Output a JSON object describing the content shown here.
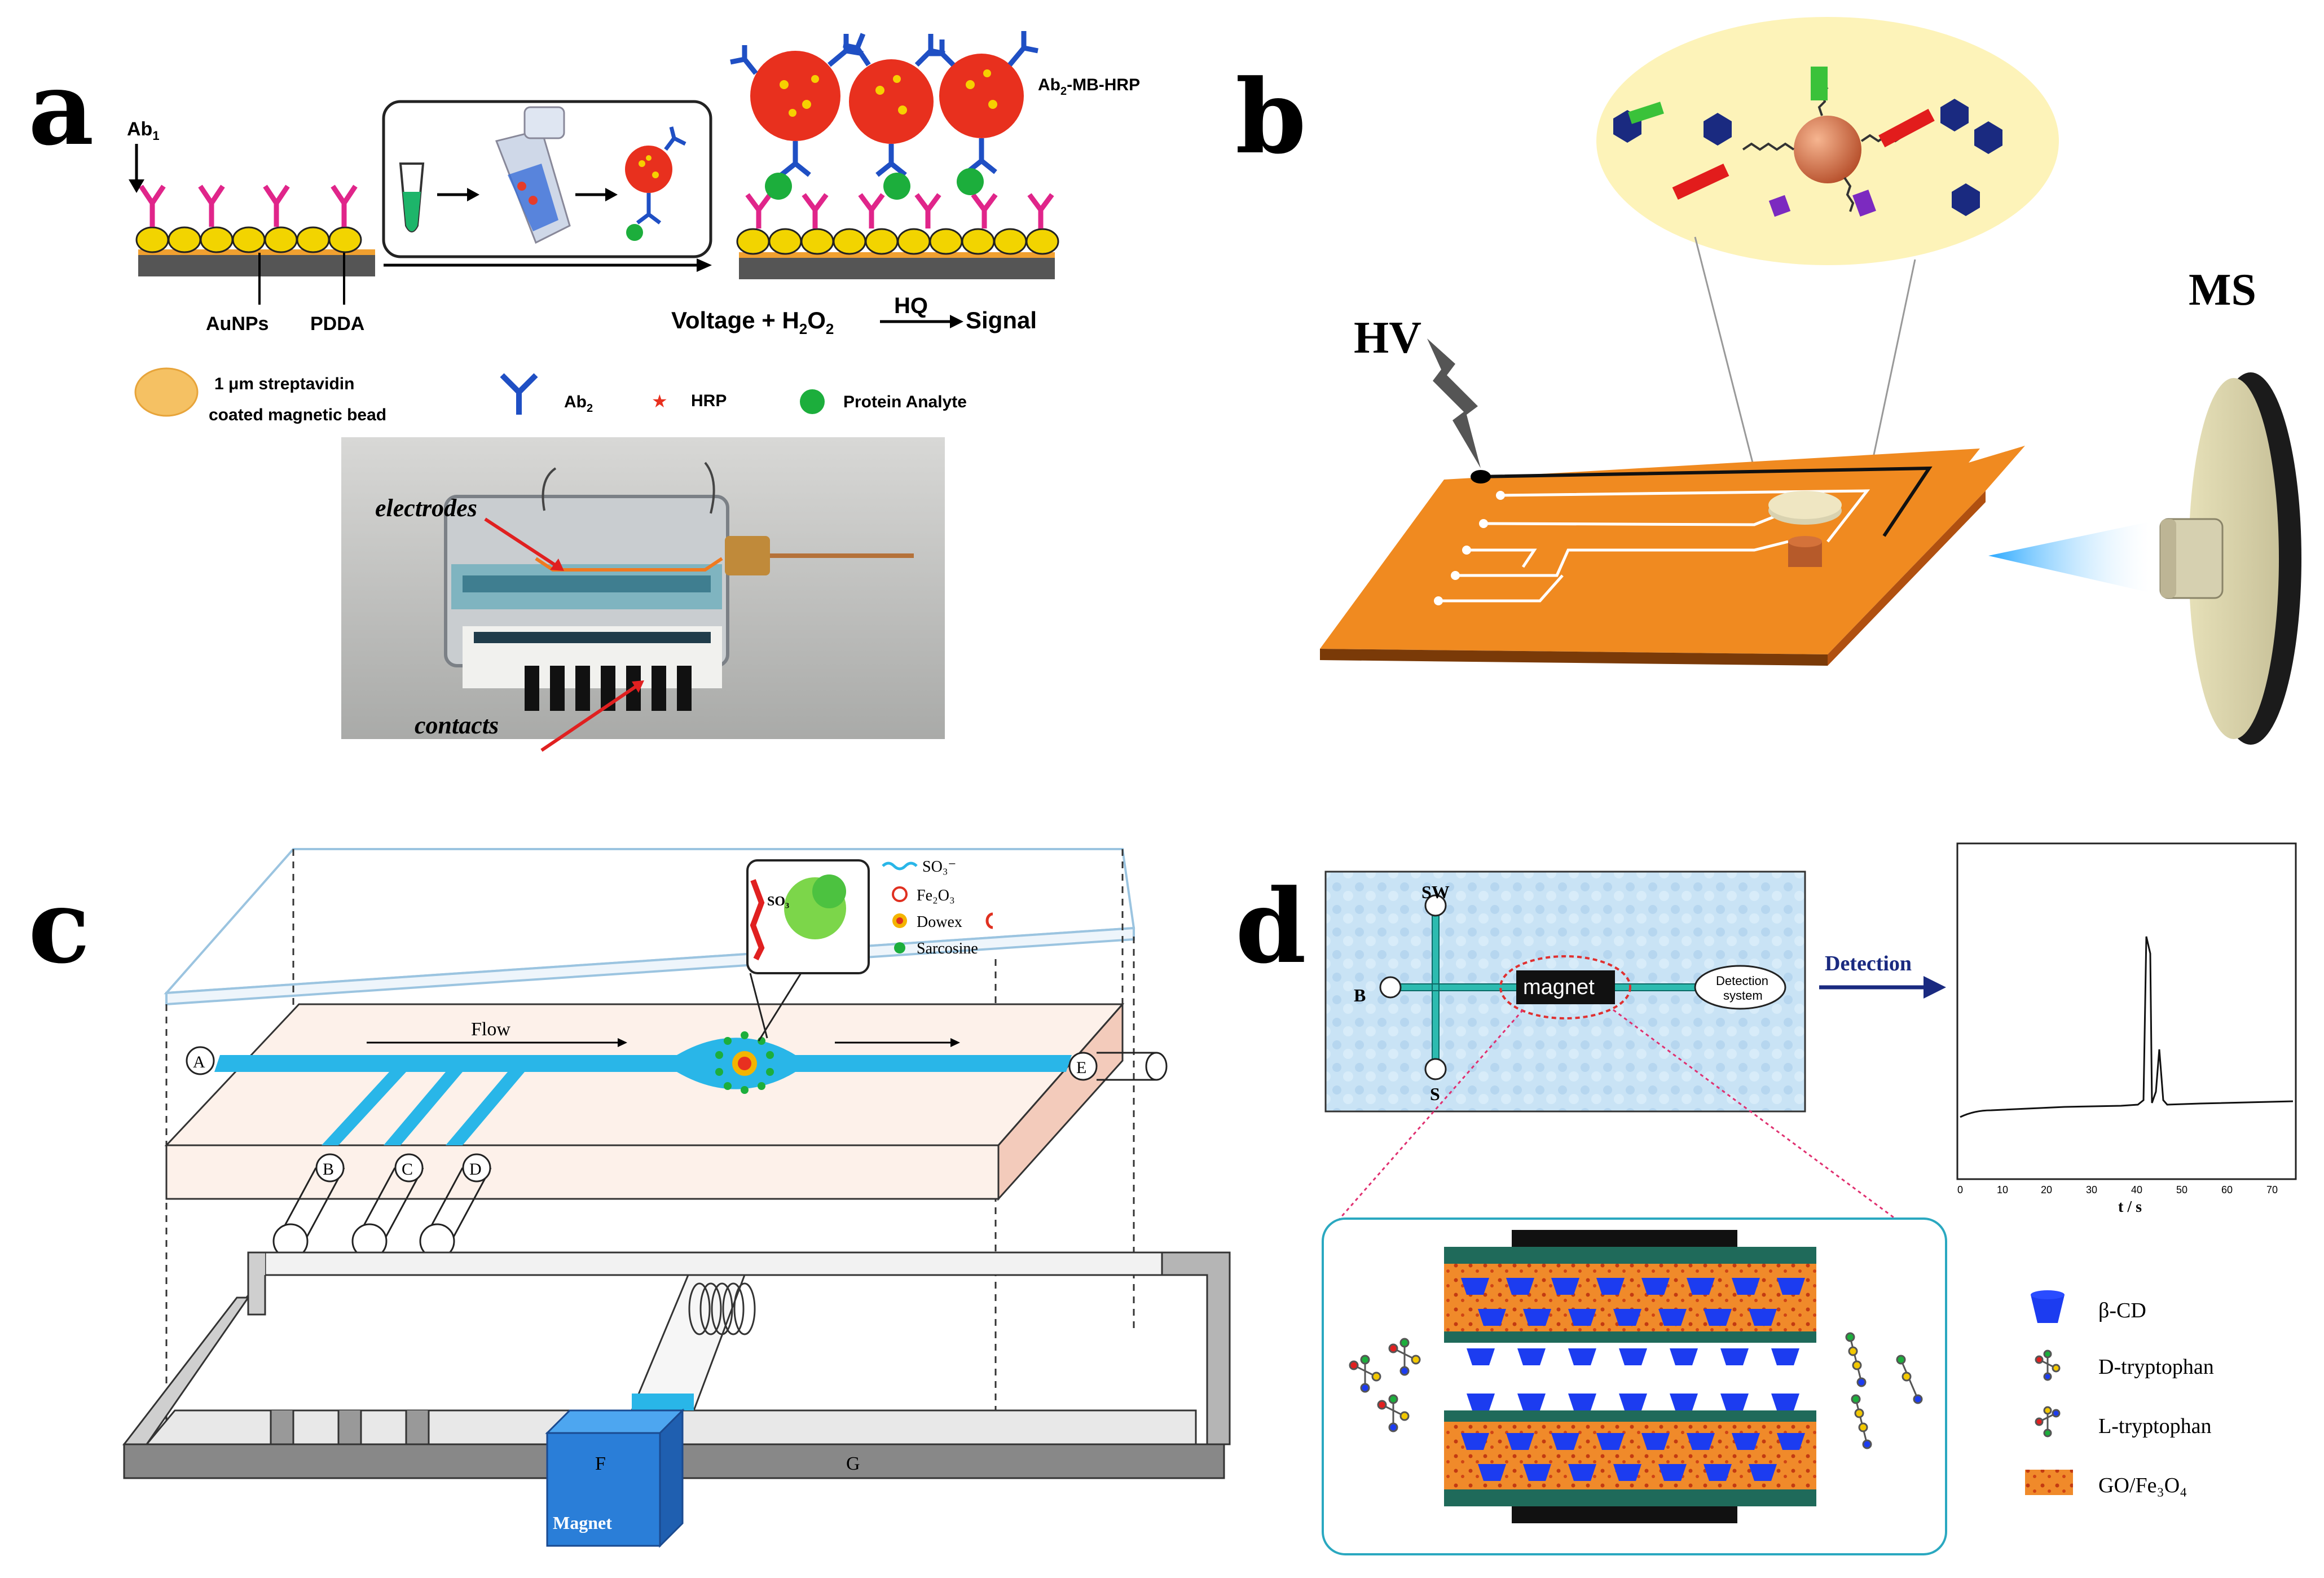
{
  "panels": {
    "a": {
      "letter": "a",
      "ab1": "Ab",
      "ab1_sub": "1",
      "aunps": "AuNPs",
      "pdda": "PDDA",
      "ab2_mb_hrp_pre": "Ab",
      "ab2_mb_hrp_sub": "2",
      "ab2_mb_hrp_post": "-MB-HRP",
      "voltage_pre": "Voltage + H",
      "voltage_sub1": "2",
      "voltage_mid": "O",
      "voltage_sub2": "2",
      "hq": "HQ",
      "signal": "Signal",
      "legend_bead_line1": "1 μm streptavidin",
      "legend_bead_line2": "coated magnetic bead",
      "legend_ab2": "Ab",
      "legend_ab2_sub": "2",
      "legend_hrp": "HRP",
      "legend_protein": "Protein Analyte",
      "photo_electrodes": "electrodes",
      "photo_contacts": "contacts"
    },
    "b": {
      "letter": "b",
      "hv": "HV",
      "ms": "MS"
    },
    "c": {
      "letter": "c",
      "flow": "Flow",
      "port_a": "A",
      "port_b": "B",
      "port_c": "C",
      "port_d": "D",
      "port_e": "E",
      "label_f": "F",
      "label_g": "G",
      "magnet": "Magnet",
      "legend_so3": "SO₃⁻",
      "legend_fe2o3": "Fe₂O₃",
      "legend_dowex": "Dowex",
      "legend_sarcosine": "Sarcosine",
      "inset_so3": "SO₃"
    },
    "d": {
      "letter": "d",
      "sw": "SW",
      "b": "B",
      "s": "S",
      "magnet": "magnet",
      "detection_system_line1": "Detection",
      "detection_system_line2": "system",
      "detection_arrow": "Detection",
      "xaxis_label": "t / s",
      "xticks": [
        "0",
        "10",
        "20",
        "30",
        "40",
        "50",
        "60",
        "70"
      ],
      "legend_bcd": "β-CD",
      "legend_d_trp": "D-tryptophan",
      "legend_l_trp": "L-tryptophan",
      "legend_go": "GO/Fe₃O₄"
    }
  },
  "colors": {
    "orange_chip": "#f4a23a",
    "cyan_channel": "#29b6e8",
    "magenta_ab1": "#e0258a",
    "blue_ab2": "#1f4fc4",
    "gold_aunp": "#f2d400",
    "green_protein": "#1cae3c",
    "navy_arrow": "#1a2a80"
  }
}
